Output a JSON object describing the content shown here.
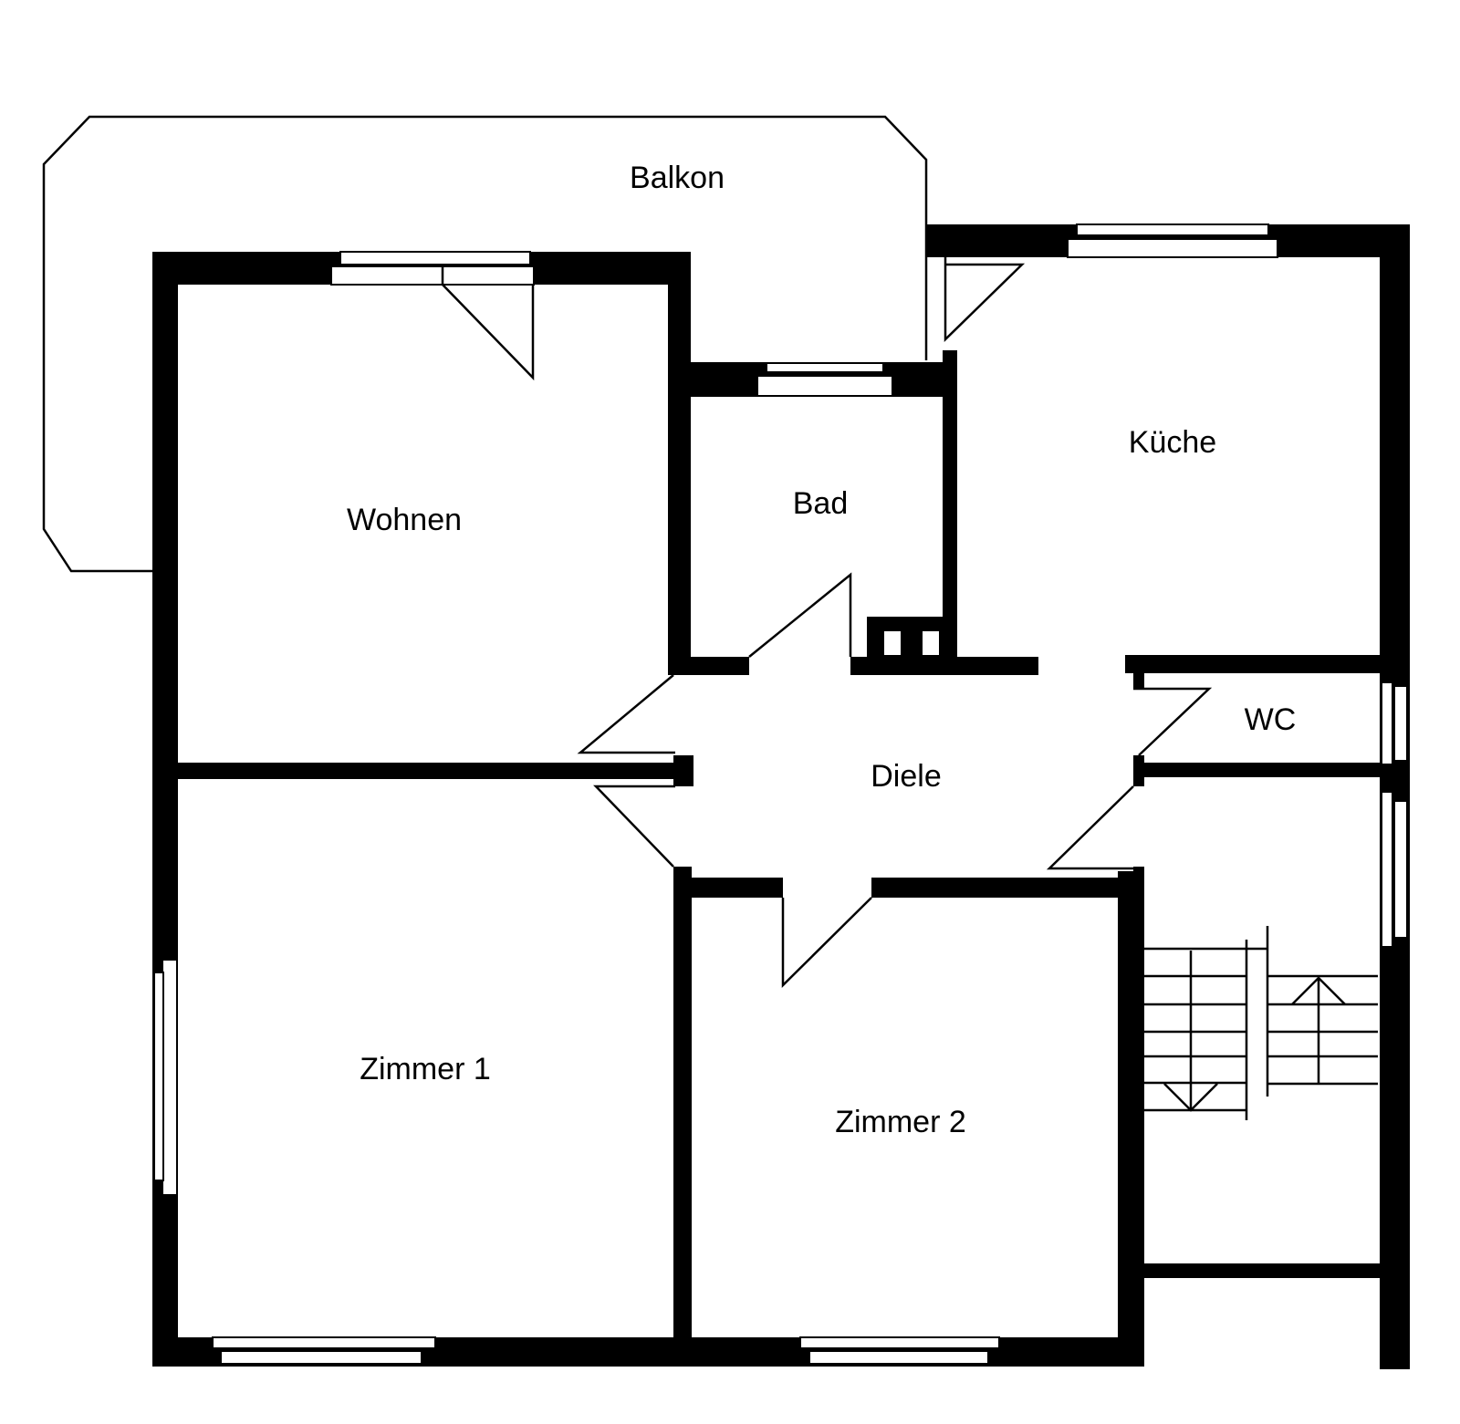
{
  "floorplan": {
    "rooms": [
      {
        "id": "balkon",
        "label": "Balkon"
      },
      {
        "id": "wohnen",
        "label": "Wohnen"
      },
      {
        "id": "bad",
        "label": "Bad"
      },
      {
        "id": "kueche",
        "label": "Küche"
      },
      {
        "id": "wc",
        "label": "WC"
      },
      {
        "id": "diele",
        "label": "Diele"
      },
      {
        "id": "zimmer1",
        "label": "Zimmer 1"
      },
      {
        "id": "zimmer2",
        "label": "Zimmer 2"
      }
    ],
    "colors": {
      "wall": "#000000",
      "background": "#ffffff"
    }
  }
}
